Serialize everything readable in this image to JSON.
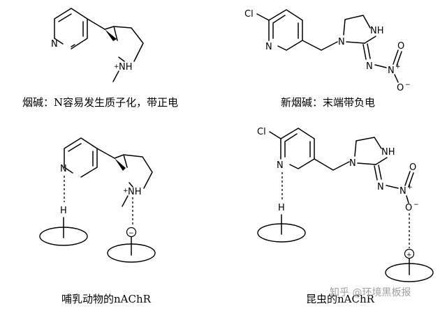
{
  "atoms": {
    "N": "N",
    "NH_plus": "NH",
    "plus": "+",
    "Cl": "Cl",
    "NH": "NH",
    "N_plus": "N",
    "O": "O",
    "O_minus_sign": "−",
    "H": "H"
  },
  "captions": {
    "nicotine": "烟碱：N容易发生质子化，带正电",
    "neonicotinoid": "新烟碱：末端带负电",
    "mammal": "哺乳动物的nAChR",
    "insect": "昆虫的nAChR"
  },
  "receptor_charges": {
    "negative": "−",
    "positive": "+"
  },
  "watermark": "知乎 @环境黑板报"
}
